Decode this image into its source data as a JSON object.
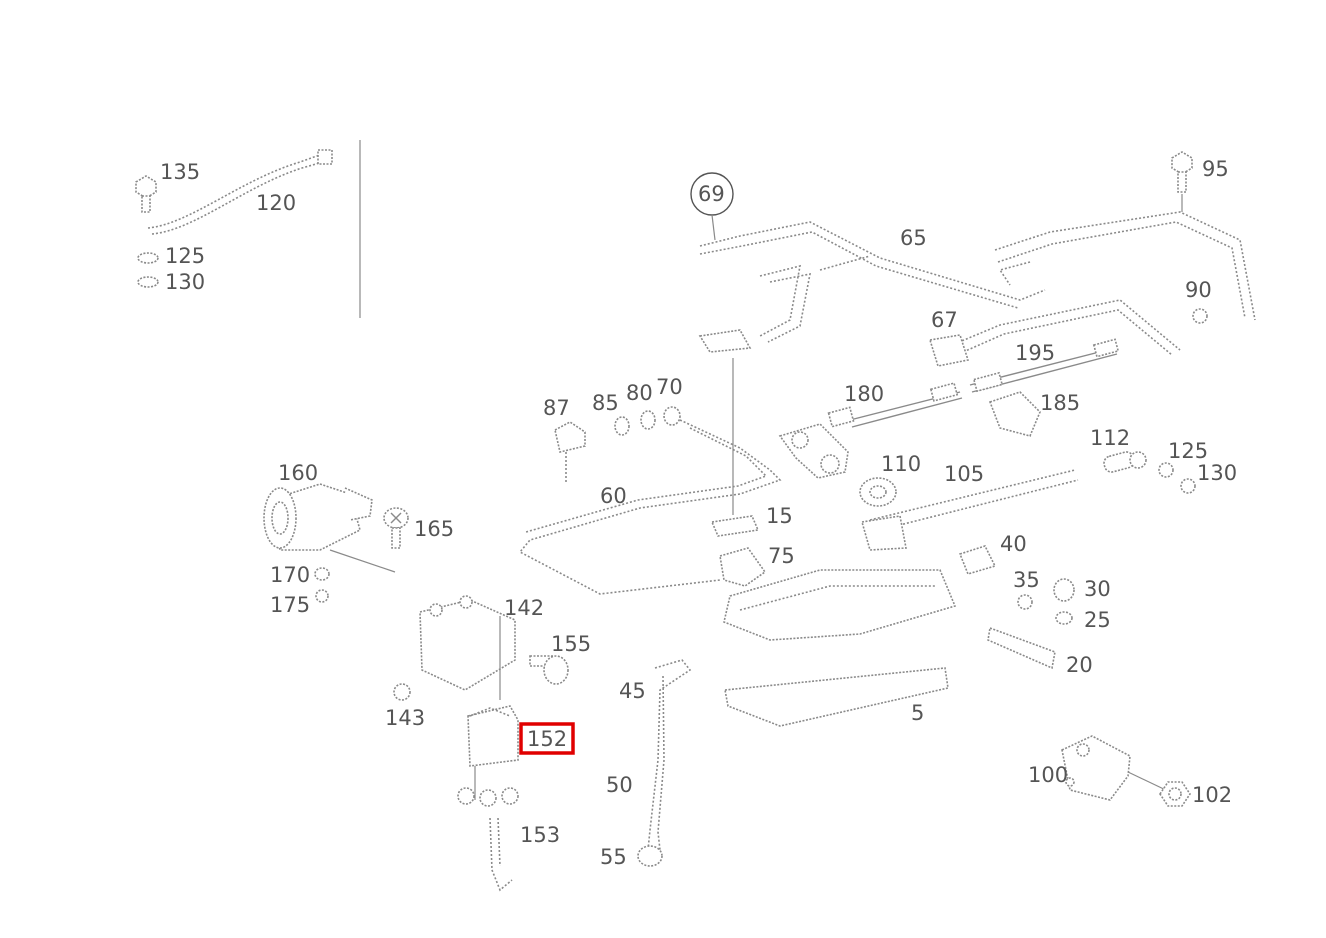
{
  "highlight": {
    "label": "152",
    "color": "#e00000"
  },
  "callouts": [
    {
      "id": "135",
      "text": "135"
    },
    {
      "id": "120",
      "text": "120"
    },
    {
      "id": "125a",
      "text": "125"
    },
    {
      "id": "130a",
      "text": "130"
    },
    {
      "id": "69",
      "text": "69"
    },
    {
      "id": "65",
      "text": "65"
    },
    {
      "id": "95",
      "text": "95"
    },
    {
      "id": "90",
      "text": "90"
    },
    {
      "id": "67",
      "text": "67"
    },
    {
      "id": "195",
      "text": "195"
    },
    {
      "id": "180",
      "text": "180"
    },
    {
      "id": "185",
      "text": "185"
    },
    {
      "id": "87",
      "text": "87"
    },
    {
      "id": "85",
      "text": "85"
    },
    {
      "id": "80",
      "text": "80"
    },
    {
      "id": "70",
      "text": "70"
    },
    {
      "id": "112",
      "text": "112"
    },
    {
      "id": "125b",
      "text": "125"
    },
    {
      "id": "130b",
      "text": "130"
    },
    {
      "id": "160",
      "text": "160"
    },
    {
      "id": "110",
      "text": "110"
    },
    {
      "id": "105",
      "text": "105"
    },
    {
      "id": "60",
      "text": "60"
    },
    {
      "id": "165",
      "text": "165"
    },
    {
      "id": "15",
      "text": "15"
    },
    {
      "id": "40",
      "text": "40"
    },
    {
      "id": "75",
      "text": "75"
    },
    {
      "id": "170",
      "text": "170"
    },
    {
      "id": "175",
      "text": "175"
    },
    {
      "id": "35",
      "text": "35"
    },
    {
      "id": "30",
      "text": "30"
    },
    {
      "id": "142",
      "text": "142"
    },
    {
      "id": "25",
      "text": "25"
    },
    {
      "id": "155",
      "text": "155"
    },
    {
      "id": "20",
      "text": "20"
    },
    {
      "id": "45",
      "text": "45"
    },
    {
      "id": "143",
      "text": "143"
    },
    {
      "id": "5",
      "text": "5"
    },
    {
      "id": "152",
      "text": "152"
    },
    {
      "id": "50",
      "text": "50"
    },
    {
      "id": "100",
      "text": "100"
    },
    {
      "id": "102",
      "text": "102"
    },
    {
      "id": "153",
      "text": "153"
    },
    {
      "id": "55",
      "text": "55"
    }
  ]
}
